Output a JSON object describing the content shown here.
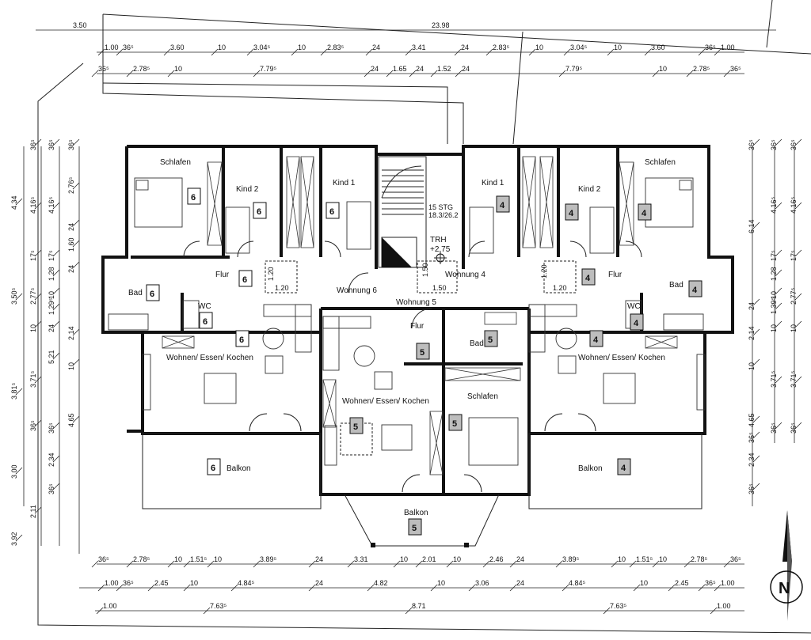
{
  "dimensions": {
    "top_row0": [
      "3.50",
      "23.98"
    ],
    "top_row1": [
      "1.00",
      "36⁵",
      "3.60",
      "10",
      "3.04⁵",
      "10",
      "2.83⁵",
      "24",
      "3.41",
      "24",
      "2.83⁵",
      "10",
      "3.04⁵",
      "10",
      "3.60",
      "36⁵",
      "1.00"
    ],
    "top_row2": [
      "36⁵",
      "2.78⁵",
      "10",
      "7.79⁵",
      "24",
      "1.65",
      "24",
      "1.52",
      "24",
      "7.79⁵",
      "10",
      "2.78⁵",
      "36⁵"
    ],
    "bottom_row1": [
      "36⁵",
      "2.78⁵",
      "10",
      "1.51⁵",
      "10",
      "3.89⁵",
      "24",
      "3.31",
      "10",
      "2.01",
      "10",
      "2.46",
      "24",
      "3.89⁵",
      "10",
      "1.51⁵",
      "10",
      "2.78⁵",
      "36⁵"
    ],
    "bottom_row2": [
      "1.00",
      "36⁵",
      "2.45",
      "10",
      "4.84⁵",
      "24",
      "4.82",
      "10",
      "3.06",
      "24",
      "4.84⁵",
      "10",
      "2.45",
      "36⁵",
      "1.00"
    ],
    "bottom_row3": [
      "1.00",
      "7.63⁵",
      "8.71",
      "7.63⁵",
      "1.00"
    ],
    "left_col1": [
      "4.34",
      "3.50⁵",
      "3.81⁵",
      "3.00",
      "3.92"
    ],
    "left_col2": [
      "36⁵",
      "4.16⁵",
      "17⁵",
      "2.77⁵",
      "10",
      "3.71⁵",
      "36⁵",
      "2.11"
    ],
    "left_col3": [
      "36⁵",
      "4.16⁵",
      "17⁵",
      "1.28",
      "10",
      "1.29⁵",
      "24",
      "5.21",
      "36⁵",
      "2.34",
      "36⁵"
    ],
    "left_col4": [
      "36⁵",
      "2.76⁵",
      "24",
      "1.60",
      "24",
      "2.14",
      "10",
      "4.65"
    ],
    "right_col1": [
      "36⁵",
      "6.14",
      "24",
      "2.14",
      "10",
      "4.65",
      "36⁵",
      "2.34",
      "36⁵"
    ],
    "right_col2": [
      "36⁵",
      "4.16⁵",
      "17⁵",
      "1.28",
      "10",
      "1.39⁵",
      "10",
      "3.71⁵",
      "36⁵"
    ],
    "right_col3": [
      "36⁵",
      "4.16⁵",
      "17⁵",
      "2.77⁵",
      "10",
      "3.71⁵",
      "36⁵"
    ]
  },
  "rooms": {
    "schlafen_6": "Schlafen",
    "kind2_6": "Kind 2",
    "kind1_6": "Kind 1",
    "flur_6": "Flur",
    "bad_6": "Bad",
    "wc_6": "WC",
    "wohnen_6": "Wohnen/ Essen/ Kochen",
    "balkon_6": "Balkon",
    "wohnung6": "Wohnung 6",
    "wohnung5": "Wohnung 5",
    "wohnung4": "Wohnung 4",
    "flur_5": "Flur",
    "bad_5": "Bad",
    "schlafen_5": "Schlafen",
    "wohnen_5": "Wohnen/ Essen/ Kochen",
    "balkon_5": "Balkon",
    "kind1_4": "Kind 1",
    "kind2_4": "Kind 2",
    "schlafen_4": "Schlafen",
    "flur_4": "Flur",
    "bad_4": "Bad",
    "wc_4": "WC",
    "wohnen_4": "Wohnen/ Essen/ Kochen",
    "balkon_4": "Balkon"
  },
  "stairs": {
    "steps": "15 STG",
    "ratio": "18.3/26.2",
    "trh": "TRH",
    "level": "+2.75"
  },
  "small_dims": {
    "d120a": "1.20",
    "d120b": "1.20",
    "d150a": "1.50",
    "d150b": "1.50",
    "d120c": "1.20",
    "d120d": "1.20"
  },
  "unit_numbers": {
    "u6": "6",
    "u5": "5",
    "u4": "4"
  },
  "north": "N",
  "colors": {
    "unit6": "#ffffff",
    "unit5": "#bdbdbd",
    "unit4": "#bdbdbd"
  }
}
